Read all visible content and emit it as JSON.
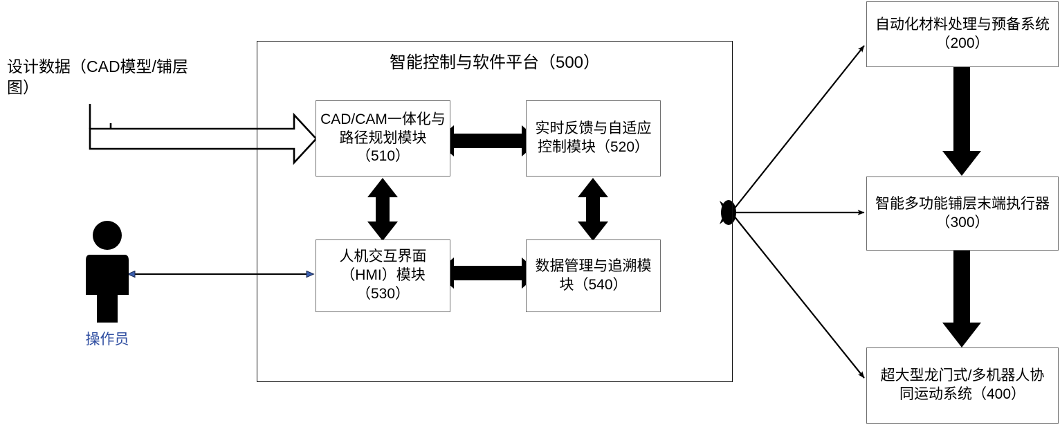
{
  "diagram": {
    "title_note": "Intelligent control and software platform system architecture diagram",
    "background_color": "#ffffff",
    "line_color": "#000000",
    "box_border_color": "#6e6e6e",
    "actor_color": "#2f4ea1"
  },
  "inputs": {
    "design_data_label": "设计数据（CAD模型/铺层图）"
  },
  "actor": {
    "label": "操作员"
  },
  "platform": {
    "title": "智能控制与软件平台（500）",
    "modules": [
      {
        "id": "510",
        "label": "CAD/CAM一体化与路径规划模块（510）"
      },
      {
        "id": "520",
        "label": "实时反馈与自适应控制模块（520）"
      },
      {
        "id": "530",
        "label": "人机交互界面（HMI）模块（530）"
      },
      {
        "id": "540",
        "label": "数据管理与追溯模块（540）"
      }
    ]
  },
  "subsystems": [
    {
      "id": "200",
      "label": "自动化材料处理与预备系统（200）"
    },
    {
      "id": "300",
      "label": "智能多功能铺层末端执行器（300）"
    },
    {
      "id": "400",
      "label": "超大型龙门式/多机器人协同运动系统（400）"
    }
  ],
  "connectors": [
    {
      "name": "design-data-to-510",
      "style": "hollow-block-arrow",
      "direction": "right"
    },
    {
      "name": "operator-to-530",
      "style": "thin-double-arrow",
      "direction": "both"
    },
    {
      "name": "510-520",
      "style": "thick-double-arrow",
      "direction": "both"
    },
    {
      "name": "530-540",
      "style": "thick-double-arrow",
      "direction": "both"
    },
    {
      "name": "510-530",
      "style": "thick-double-arrow",
      "direction": "both"
    },
    {
      "name": "520-540",
      "style": "thick-double-arrow",
      "direction": "both"
    },
    {
      "name": "platform-to-200",
      "style": "thin-arrow",
      "direction": "up-right"
    },
    {
      "name": "platform-to-300",
      "style": "thin-arrow",
      "direction": "right"
    },
    {
      "name": "platform-to-400",
      "style": "thin-arrow",
      "direction": "down-right"
    },
    {
      "name": "200-to-300",
      "style": "thick-arrow",
      "direction": "down"
    },
    {
      "name": "300-to-400",
      "style": "thick-arrow",
      "direction": "down"
    }
  ]
}
